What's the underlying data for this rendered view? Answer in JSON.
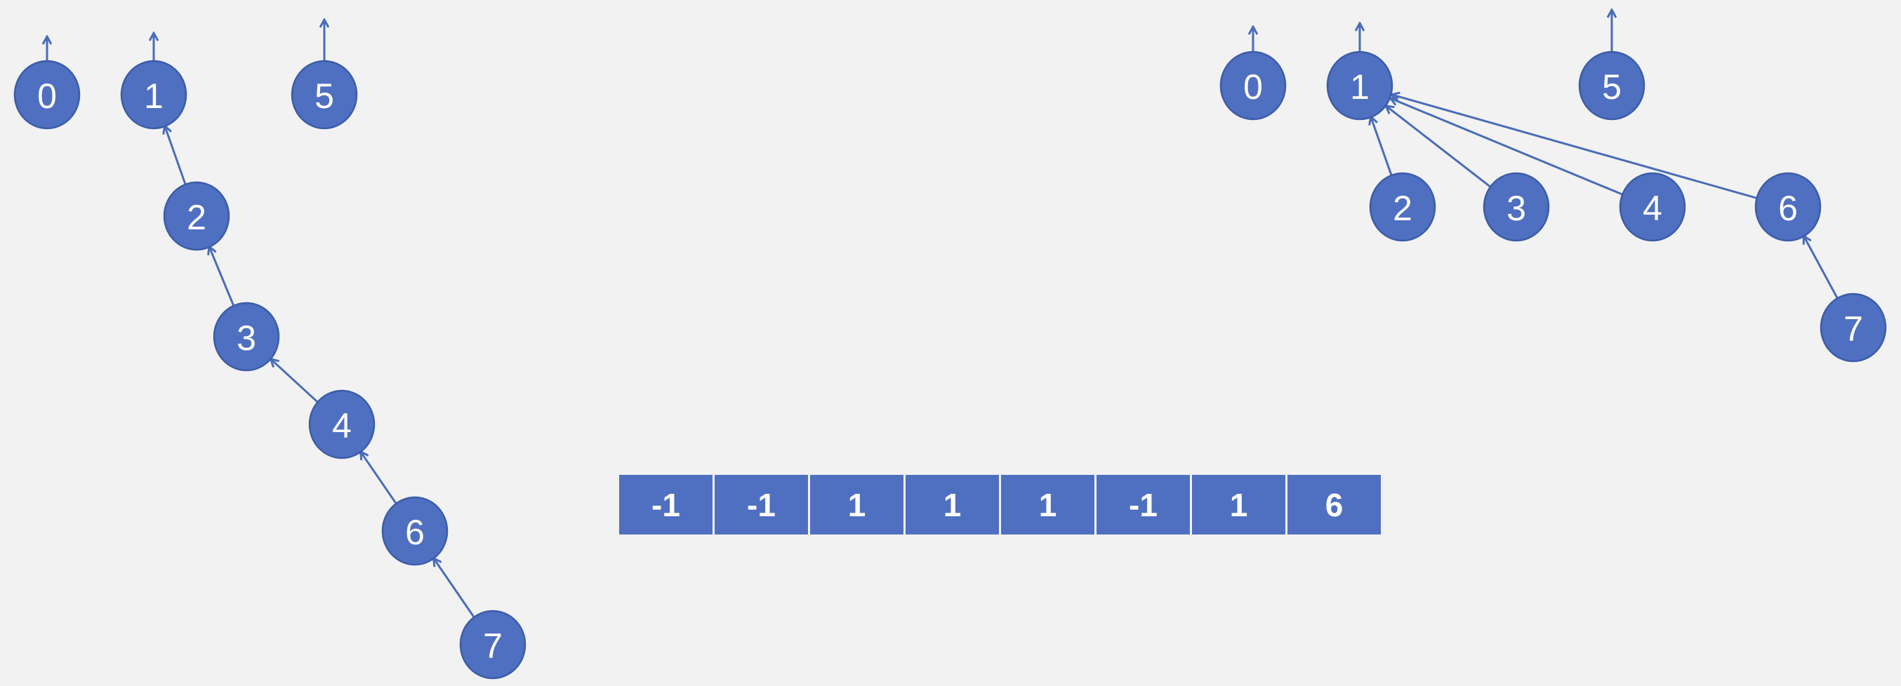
{
  "colors": {
    "background": "#f2f2f2",
    "node_fill": "#4f70c0",
    "edge": "#4a6cb8",
    "cell_fill": "#4f70c0",
    "text": "#ffffff"
  },
  "left_forest": {
    "nodes": [
      "0",
      "1",
      "5",
      "2",
      "3",
      "4",
      "6",
      "7"
    ],
    "roots": [
      "0",
      "1",
      "5"
    ],
    "edges": [
      {
        "from": "2",
        "to": "1"
      },
      {
        "from": "3",
        "to": "2"
      },
      {
        "from": "4",
        "to": "3"
      },
      {
        "from": "6",
        "to": "4"
      },
      {
        "from": "7",
        "to": "6"
      }
    ]
  },
  "right_forest": {
    "nodes": [
      "0",
      "1",
      "5",
      "2",
      "3",
      "4",
      "6",
      "7"
    ],
    "roots": [
      "0",
      "1",
      "5"
    ],
    "edges": [
      {
        "from": "2",
        "to": "1"
      },
      {
        "from": "3",
        "to": "1"
      },
      {
        "from": "4",
        "to": "1"
      },
      {
        "from": "6",
        "to": "1"
      },
      {
        "from": "7",
        "to": "6"
      }
    ]
  },
  "parent_array": [
    "-1",
    "-1",
    "1",
    "1",
    "1",
    "-1",
    "1",
    "6"
  ]
}
